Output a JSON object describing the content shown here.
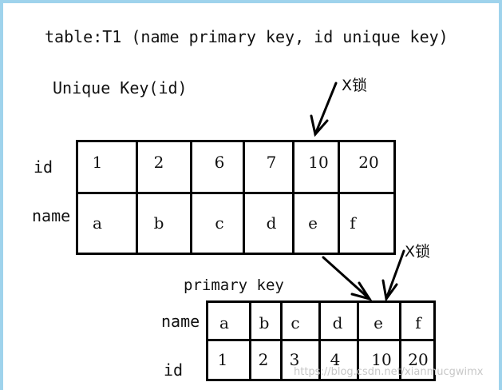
{
  "title": "table:T1 (name primary key, id unique key)",
  "unique_key": {
    "label": "Unique Key(id)",
    "lock_label": "X锁",
    "row_labels": [
      "id",
      "name"
    ],
    "id_values": [
      "1",
      "2",
      "6",
      "7",
      "10",
      "20"
    ],
    "name_values": [
      "a",
      "b",
      "c",
      "d",
      "e",
      "f"
    ]
  },
  "primary_key": {
    "label": "primary key",
    "lock_label": "X锁",
    "row_labels": [
      "name",
      "id"
    ],
    "name_values": [
      "a",
      "b",
      "c",
      "d",
      "e",
      "f"
    ],
    "id_values": [
      "1",
      "2",
      "3",
      "4",
      "10",
      "20"
    ]
  },
  "watermark": "https://blog.csdn.net/xianmucgwimx"
}
